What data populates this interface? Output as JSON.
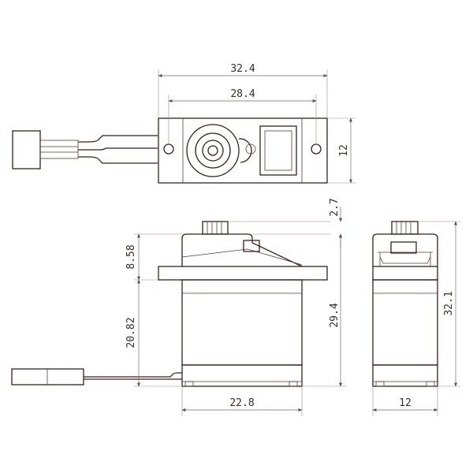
{
  "diagram": {
    "top_view": {
      "overall_width": "32.4",
      "mount_hole_spacing": "28.4",
      "depth": "12"
    },
    "front_view": {
      "spline_height": "2.7",
      "top_to_flange": "8.58",
      "flange_to_bottom": "20.82",
      "case_height": "29.4",
      "case_width": "22.8"
    },
    "side_view": {
      "total_height": "32.1",
      "width": "12"
    }
  }
}
